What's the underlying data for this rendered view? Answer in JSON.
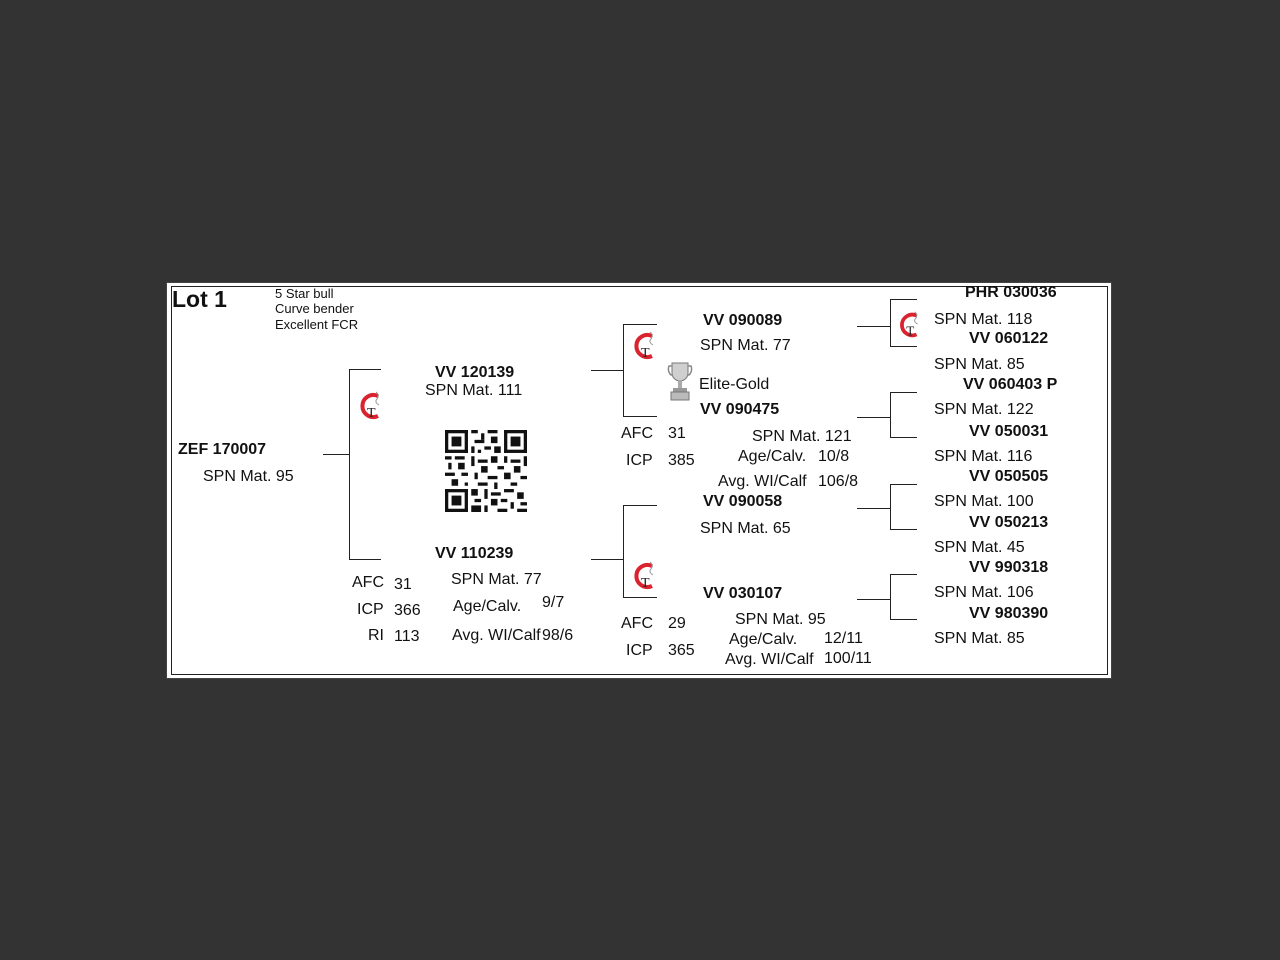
{
  "lot": {
    "title": "Lot 1",
    "notes": [
      "5 Star bull",
      "Curve bender",
      "Excellent FCR"
    ]
  },
  "animal": {
    "id": "ZEF 170007",
    "spn": "SPN Mat. 95"
  },
  "sire": {
    "id": "VV  120139",
    "spn": "SPN Mat. 111",
    "sire": {
      "id": "VV  090089",
      "spn": "SPN Mat. 77",
      "award": "Elite-Gold",
      "sire": {
        "id": "PHR 030036",
        "spn": "SPN Mat. 118"
      },
      "dam": {
        "id": "VV  060122",
        "spn": "SPN Mat. 85"
      }
    },
    "dam": {
      "id": "VV  090475",
      "spn": "SPN Mat. 121",
      "afc_label": "AFC",
      "afc": "31",
      "icp_label": "ICP",
      "icp": "385",
      "age_label": "Age/Calv.",
      "age": "10/8",
      "wi_label": "Avg. WI/Calf",
      "wi": "106/8",
      "sire": {
        "id": "VV  060403  P",
        "spn": "SPN Mat. 122"
      },
      "dam": {
        "id": "VV  050031",
        "spn": "SPN Mat. 116"
      }
    }
  },
  "dam": {
    "id": "VV  110239",
    "spn": "SPN Mat. 77",
    "afc_label": "AFC",
    "afc": "31",
    "icp_label": "ICP",
    "icp": "366",
    "ri_label": "RI",
    "ri": "113",
    "age_label": "Age/Calv.",
    "age": "9/7",
    "wi_label": "Avg. WI/Calf",
    "wi": "98/6",
    "sire": {
      "id": "VV  090058",
      "spn": "SPN Mat. 65",
      "sire": {
        "id": "VV  050505",
        "spn": "SPN Mat. 100"
      },
      "dam": {
        "id": "VV  050213",
        "spn": "SPN Mat. 45"
      }
    },
    "dam": {
      "id": "VV  030107",
      "spn": "SPN Mat. 95",
      "afc_label": "AFC",
      "afc": "29",
      "icp_label": "ICP",
      "icp": "365",
      "age_label": "Age/Calv.",
      "age": "12/11",
      "wi_label": "Avg. WI/Calf",
      "wi": "100/11",
      "sire": {
        "id": "VV  990318",
        "spn": "SPN Mat. 106"
      },
      "dam": {
        "id": "VV  980390",
        "spn": "SPN Mat. 85"
      }
    }
  },
  "icons": {
    "logo": "gt-logo-icon",
    "trophy": "trophy-icon",
    "qr": "qr-code"
  },
  "colors": {
    "background": "#333333",
    "page": "#ffffff",
    "logo_red": "#d9232e"
  }
}
